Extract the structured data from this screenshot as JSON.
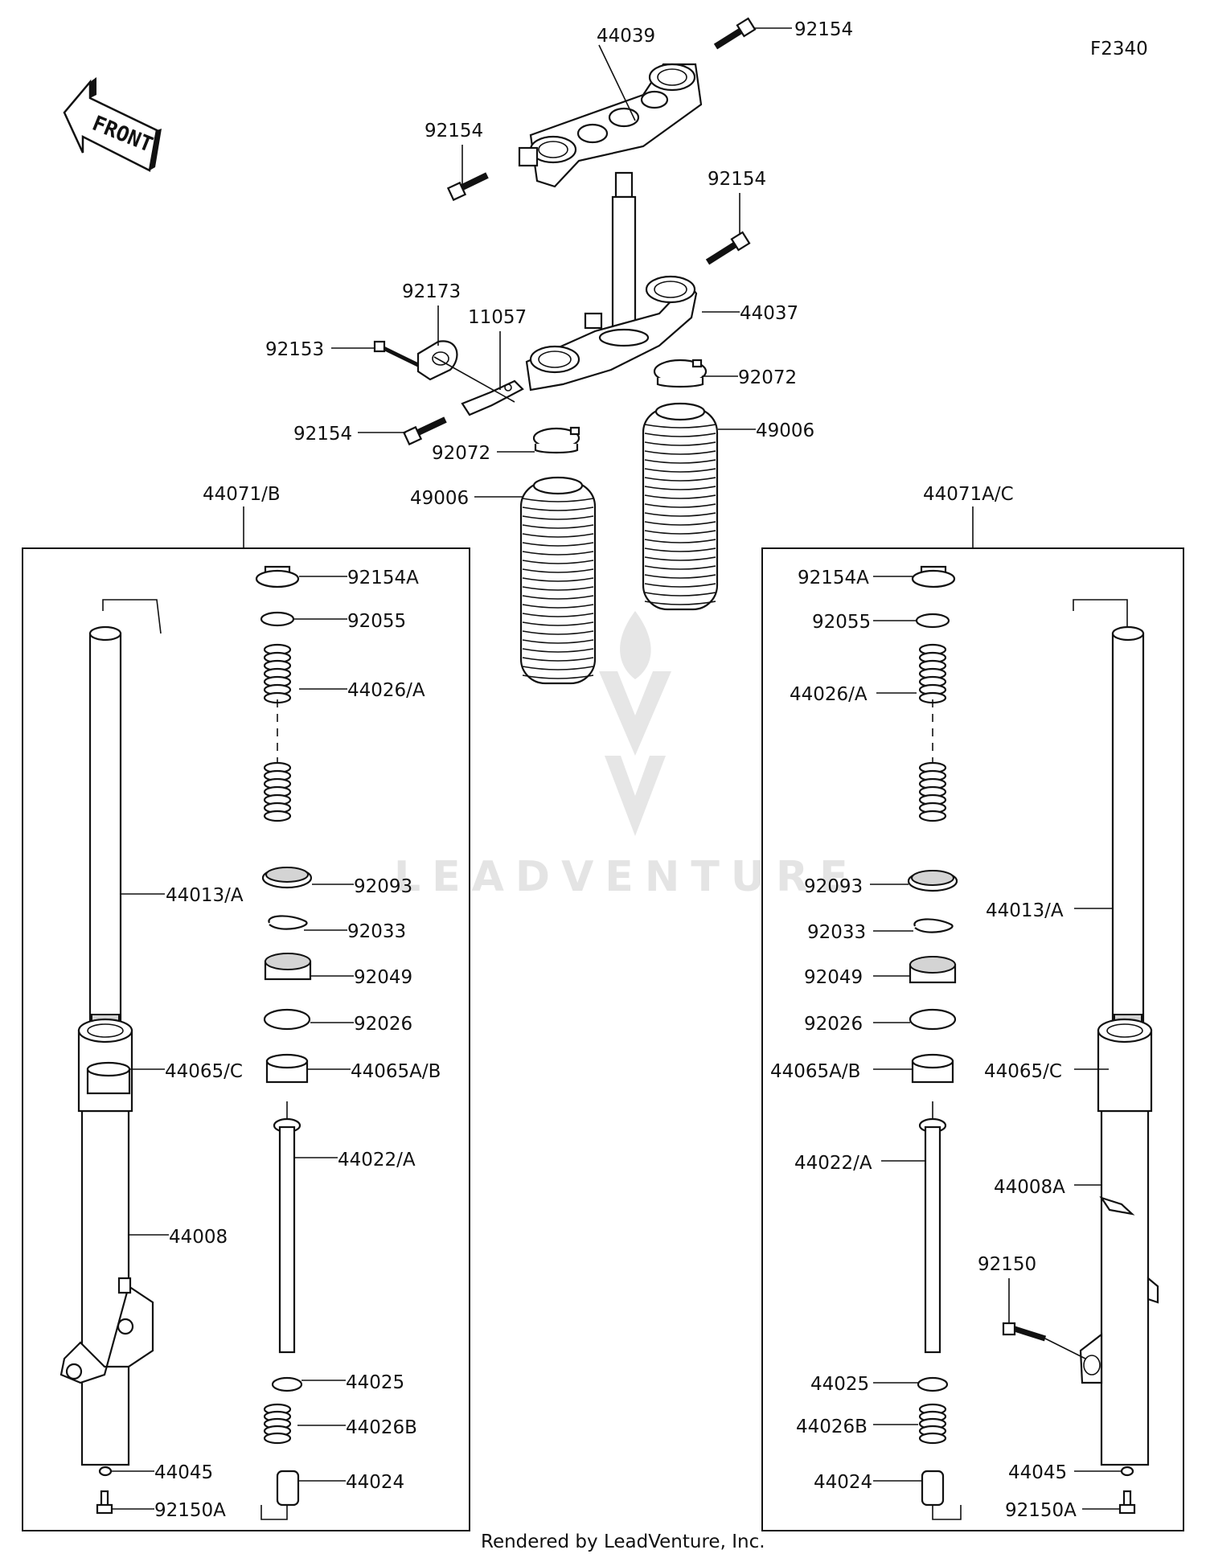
{
  "diagram_code": "F2340",
  "front_label": "FRONT",
  "watermark": "LEADVENTURE",
  "footer": "Rendered by LeadVenture, Inc.",
  "assemblies": {
    "left": "44071/B",
    "right": "44071A/C"
  },
  "parts": {
    "p44039": "44039",
    "p92154_top": "92154",
    "p92154_upper_left": "92154",
    "p92154_mid_right": "92154",
    "p92173": "92173",
    "p11057": "11057",
    "p44037": "44037",
    "p92153": "92153",
    "p92072_right": "92072",
    "p92154_lower_left": "92154",
    "p49006_right": "49006",
    "p92072_left": "92072",
    "p49006_left": "49006",
    "L_92154A": "92154A",
    "L_92055": "92055",
    "L_44026A": "44026/A",
    "L_44013A": "44013/A",
    "L_92093": "92093",
    "L_92033": "92033",
    "L_92049": "92049",
    "L_92026": "92026",
    "L_44065C": "44065/C",
    "L_44065AB": "44065A/B",
    "L_44022A": "44022/A",
    "L_44008": "44008",
    "L_44025": "44025",
    "L_44026B": "44026B",
    "L_44045": "44045",
    "L_44024": "44024",
    "L_92150A": "92150A",
    "R_92154A": "92154A",
    "R_92055": "92055",
    "R_44026A": "44026/A",
    "R_92093": "92093",
    "R_44013A": "44013/A",
    "R_92033": "92033",
    "R_92049": "92049",
    "R_92026": "92026",
    "R_44065AB": "44065A/B",
    "R_44065C": "44065/C",
    "R_44022A": "44022/A",
    "R_44008A": "44008A",
    "R_92150": "92150",
    "R_44025": "44025",
    "R_44026B": "44026B",
    "R_44045": "44045",
    "R_44024": "44024",
    "R_92150A": "92150A"
  }
}
